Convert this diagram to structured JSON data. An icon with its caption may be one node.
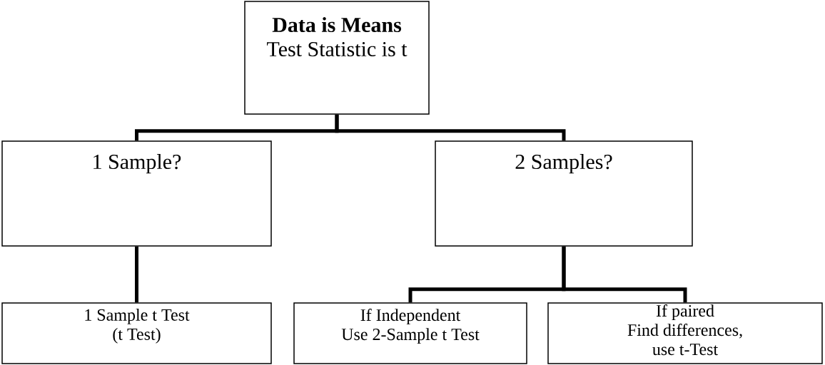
{
  "diagram": {
    "nodes": [
      {
        "text": [
          "**Data is Means**",
          "Test Statistic is t"
        ]
      },
      {
        "text": [
          "1 Sample?"
        ]
      },
      {
        "text": [
          "2 Samples?"
        ]
      },
      {
        "text": [
          "1 Sample t Test",
          "(t Test)"
        ]
      },
      {
        "text": [
          "If Independent",
          "Use 2-Sample t Test"
        ]
      },
      {
        "text": [
          "If paired",
          "Find differences,",
          "use t-Test"
        ]
      }
    ],
    "edges": [
      {
        "from": 0,
        "to": 1,
        "arrow": "none"
      },
      {
        "from": 0,
        "to": 2,
        "arrow": "none"
      },
      {
        "from": 1,
        "to": 3,
        "arrow": "none"
      },
      {
        "from": 2,
        "to": 4,
        "arrow": "none"
      },
      {
        "from": 2,
        "to": 5,
        "arrow": "none"
      }
    ]
  }
}
